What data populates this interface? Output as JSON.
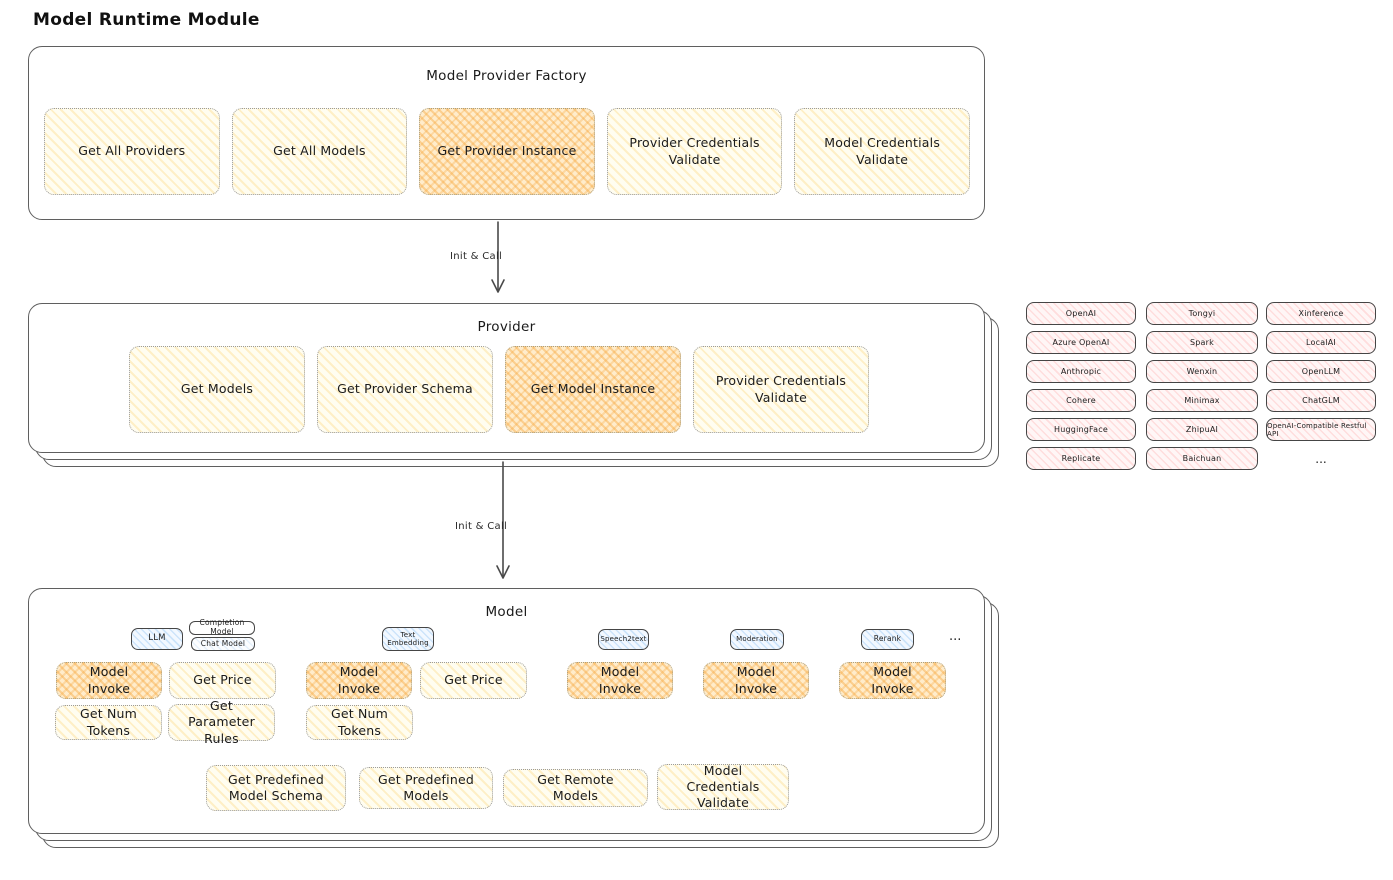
{
  "title": "Model Runtime Module",
  "factory": {
    "title": "Model Provider Factory",
    "buttons": [
      {
        "label": "Get All Providers",
        "highlight": false
      },
      {
        "label": "Get All Models",
        "highlight": false
      },
      {
        "label": "Get Provider Instance",
        "highlight": true
      },
      {
        "label": "Provider Credentials Validate",
        "highlight": false
      },
      {
        "label": "Model Credentials Validate",
        "highlight": false
      }
    ]
  },
  "arrows": {
    "factory_to_provider": "Init & Call",
    "provider_to_model": "Init & Call"
  },
  "provider": {
    "title": "Provider",
    "buttons": [
      {
        "label": "Get Models",
        "highlight": false
      },
      {
        "label": "Get Provider Schema",
        "highlight": false
      },
      {
        "label": "Get Model Instance",
        "highlight": true
      },
      {
        "label": "Provider Credentials Validate",
        "highlight": false
      }
    ]
  },
  "providers_grid": {
    "columns": [
      [
        "OpenAI",
        "Azure OpenAI",
        "Anthropic",
        "Cohere",
        "HuggingFace",
        "Replicate"
      ],
      [
        "Tongyi",
        "Spark",
        "Wenxin",
        "Minimax",
        "ZhipuAI",
        "Baichuan"
      ],
      [
        "Xinference",
        "LocalAI",
        "OpenLLM",
        "ChatGLM",
        "OpenAI-Compatible Restful API"
      ]
    ],
    "more": "..."
  },
  "model": {
    "title": "Model",
    "tags": {
      "llm": "LLM",
      "completion": "Completion Model",
      "chat": "Chat Model",
      "text_embedding": "Text Embedding",
      "speech2text": "Speech2text",
      "moderation": "Moderation",
      "rerank": "Rerank"
    },
    "more": "...",
    "buttons": {
      "llm_invoke": "Model Invoke",
      "llm_price": "Get Price",
      "llm_tokens": "Get Num Tokens",
      "llm_rules": "Get Parameter Rules",
      "emb_invoke": "Model Invoke",
      "emb_price": "Get Price",
      "emb_tokens": "Get Num Tokens",
      "s2t_invoke": "Model Invoke",
      "mod_invoke": "Model Invoke",
      "rerank_invoke": "Model Invoke",
      "predef_schema": "Get Predefined Model Schema",
      "predef_models": "Get Predefined Models",
      "remote_models": "Get Remote Models",
      "credentials": "Model Credentials Validate"
    }
  }
}
